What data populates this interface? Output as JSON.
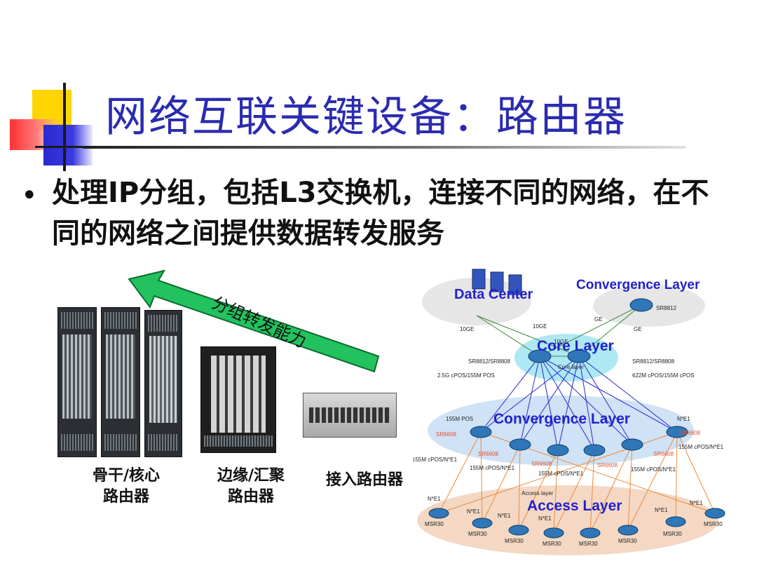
{
  "slide": {
    "title": "网络互联关键设备：路由器",
    "bullet": "处理IP分组，包括L3交换机，连接不同的网络，在不同的网络之间提供数据转发服务"
  },
  "illustration": {
    "arrow_label": "分组转发能力",
    "devices": [
      {
        "label_line1": "骨干/核心",
        "label_line2": "路由器"
      },
      {
        "label_line1": "边缘/汇聚",
        "label_line2": "路由器"
      },
      {
        "label_line1": "接入路由器",
        "label_line2": ""
      }
    ]
  },
  "network": {
    "data_center": "Data Center",
    "convergence_top": "Convergence Layer",
    "core": "Core Layer",
    "convergence_mid": "Convergence  Layer",
    "access": "Access  Layer",
    "core_layer_small": "Core layer",
    "access_layer_small": "Access layer",
    "links": {
      "tenge_left": "10GE",
      "tenge_mid": "10GE",
      "tenge_core": "10GE",
      "ge_a": "GE",
      "ge_b": "GE",
      "sr_left": "SR8812/SR8808",
      "sr_right": "SR8812/SR8808",
      "sr_top": "SR8812",
      "cpos_left": "2.5G cPOS/155M POS",
      "cpos_right": "622M cPOS/155M cPOS",
      "pos_155": "155M POS",
      "ne1_a": "N*E1",
      "sr6608_a": "SR6608",
      "sr6608_b": "SR6608",
      "sr6608_c": "SR6608",
      "sr6608_d": "SR6608",
      "sr6608_e": "SR6608",
      "sr6608_f": "SR6608",
      "cpos_ne1_left": "155M cPOS/N*E1",
      "cpos_ne1_right": "155M cPOS/N*E1",
      "cpos_ne1_b": "155M cPOS/N*E1",
      "cpos_ne1_c": "155M cPOS/N*E1",
      "cpos_ne1_d": "155M cPOS/N*E1",
      "ne1_b": "N*E1",
      "ne1_c": "N*E1",
      "ne1_d": "N*E1",
      "ne1_e": "N*E1",
      "ne1_f": "N*E1",
      "ne1_g": "N*E1",
      "msr": "MSR30"
    }
  },
  "colors": {
    "title": "#2b2bb0",
    "arrow": "#20c060",
    "layer_text": "#2222cc"
  }
}
